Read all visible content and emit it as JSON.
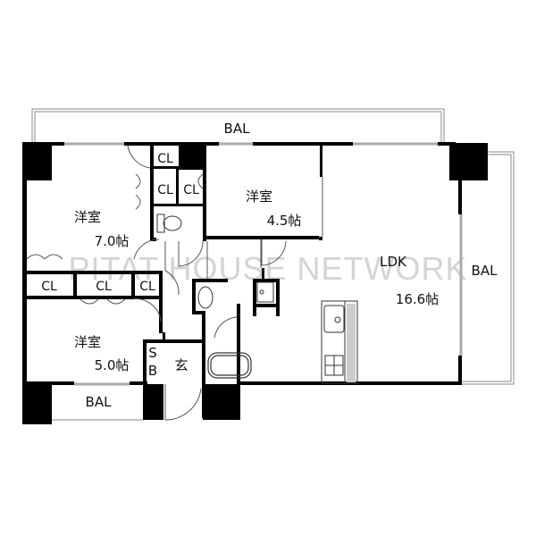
{
  "floorplan": {
    "watermark": "PITAT HOUSE NETWORK",
    "colors": {
      "wall": "#000000",
      "thin": "#555555",
      "window": "#aaaaaa",
      "watermark": "#d4d4d4",
      "background": "#ffffff"
    },
    "rooms": {
      "bal_top": {
        "label": "BAL"
      },
      "bal_right": {
        "label": "BAL"
      },
      "bal_bottom": {
        "label": "BAL"
      },
      "western_room_1": {
        "label": "洋室",
        "size": "7.0帖"
      },
      "western_room_2": {
        "label": "洋室",
        "size": "4.5帖"
      },
      "western_room_3": {
        "label": "洋室",
        "size": "5.0帖"
      },
      "ldk": {
        "label": "LDK",
        "size": "16.6帖"
      },
      "entrance": {
        "label": "玄"
      },
      "shoe_box": {
        "label_top": "S",
        "label_bottom": "B"
      }
    },
    "closets": [
      {
        "label": "CL"
      },
      {
        "label": "CL"
      },
      {
        "label": "CL"
      },
      {
        "label": "CL"
      },
      {
        "label": "CL"
      },
      {
        "label": "CL"
      }
    ]
  }
}
